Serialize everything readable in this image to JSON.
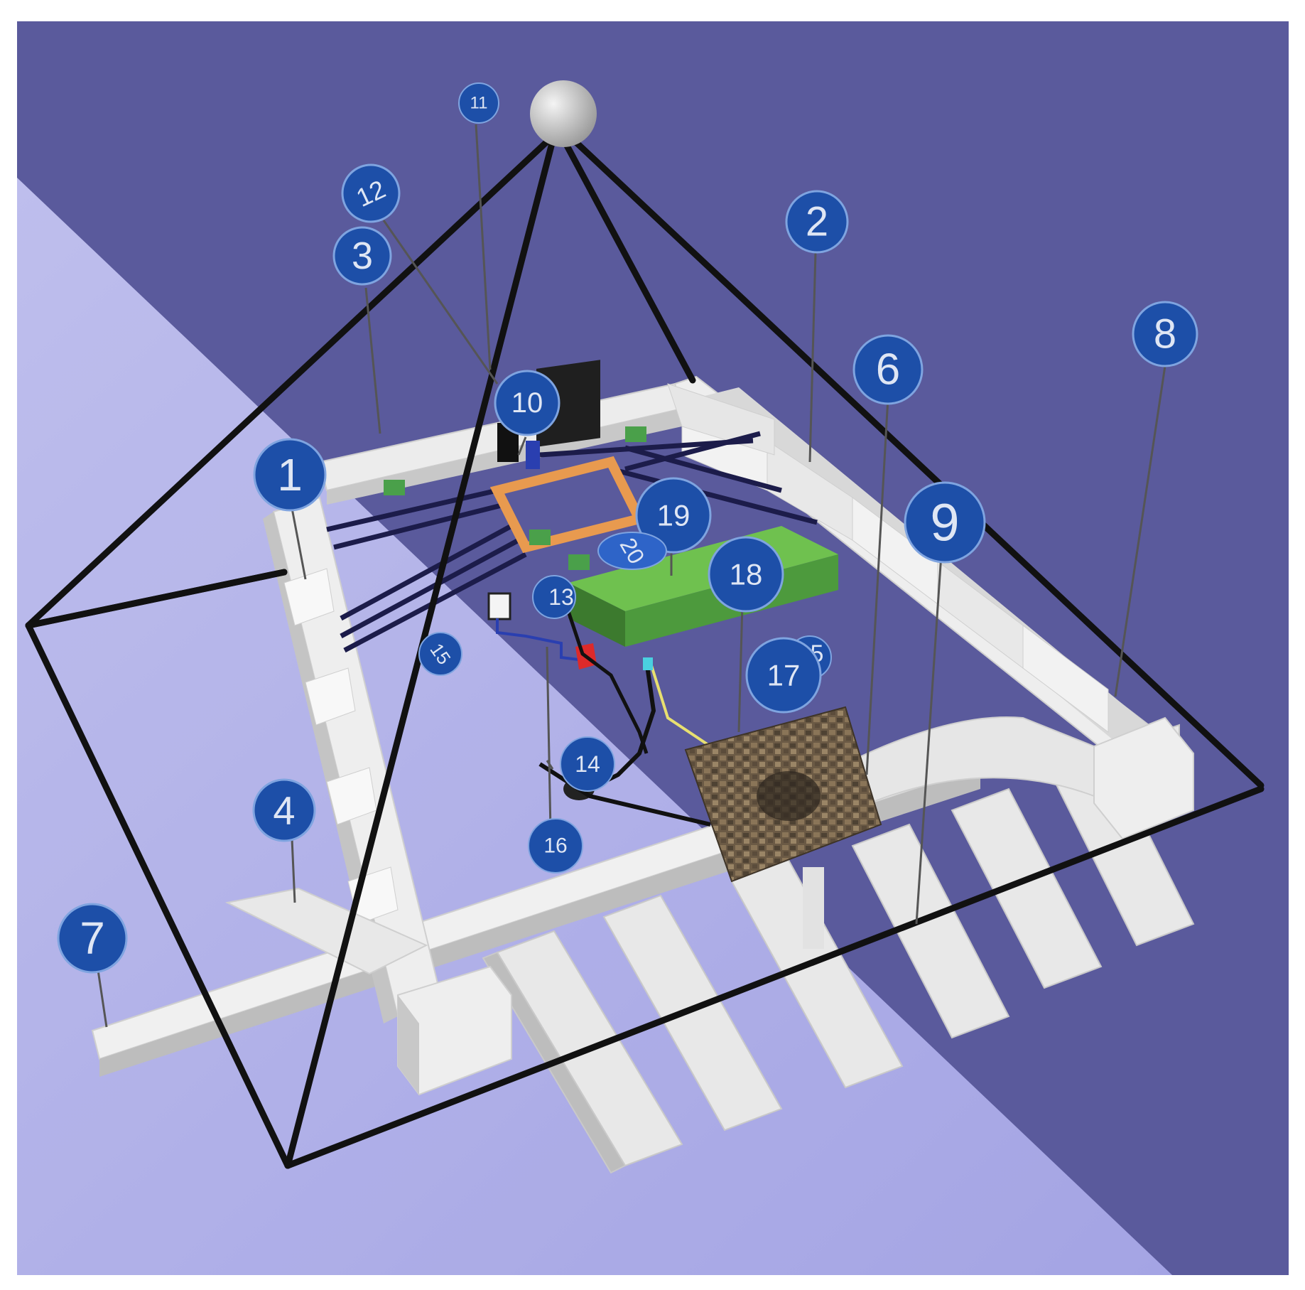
{
  "labels": {
    "l1": "1",
    "l2": "2",
    "l3": "3",
    "l4": "4",
    "l5": "5",
    "l6": "6",
    "l7": "7",
    "l8": "8",
    "l9": "9",
    "l10": "10",
    "l11": "11",
    "l12": "12",
    "l13": "13",
    "l14": "14",
    "l15": "15",
    "l16": "16",
    "l17": "17",
    "l18": "18",
    "l19": "19",
    "l20": "20"
  },
  "colors": {
    "background_dark": "#5a5a9c",
    "floor_light": "#b4b4ea",
    "beam_white": "#e6e6e6",
    "frame_black": "#111111",
    "callout_blue": "#1d4fa8",
    "callout_ring": "#7fa4e0",
    "green_box": "#4d9a3d",
    "orange_frame": "#e89a4f",
    "red_part": "#dd2a2a"
  }
}
